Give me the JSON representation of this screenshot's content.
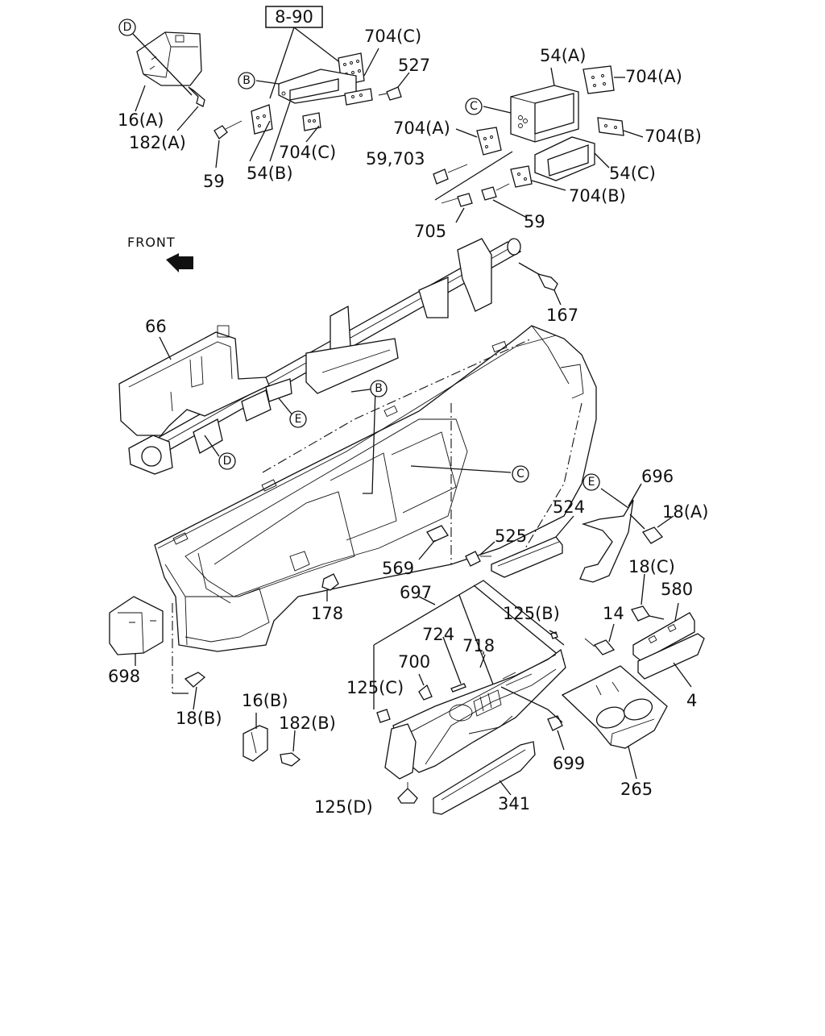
{
  "diagram": {
    "front_label": "FRONT",
    "ref_box": "8-90",
    "callouts": {
      "B": "B",
      "C": "C",
      "D": "D",
      "E": "E"
    },
    "labels": {
      "p16a": "16(A)",
      "p182a": "182(A)",
      "p59_top": "59",
      "p54b": "54(B)",
      "p704c_top": "704(C)",
      "p527": "527",
      "p704c_mid": "704(C)",
      "p54a": "54(A)",
      "p704a_right": "704(A)",
      "p704a_mid": "704(A)",
      "p704b_right": "704(B)",
      "p59_703": "59,703",
      "p54c": "54(C)",
      "p704b_mid": "704(B)",
      "p705": "705",
      "p59_mid": "59",
      "p167": "167",
      "p66": "66",
      "p696": "696",
      "p18a": "18(A)",
      "p524": "524",
      "p525": "525",
      "p18c": "18(C)",
      "p580": "580",
      "p569": "569",
      "p697": "697",
      "p125b": "125(B)",
      "p14": "14",
      "p178": "178",
      "p724": "724",
      "p718": "718",
      "p700": "700",
      "p125c": "125(C)",
      "p4": "4",
      "p698": "698",
      "p18b": "18(B)",
      "p16b": "16(B)",
      "p182b": "182(B)",
      "p699": "699",
      "p265": "265",
      "p125d": "125(D)",
      "p341": "341"
    }
  }
}
